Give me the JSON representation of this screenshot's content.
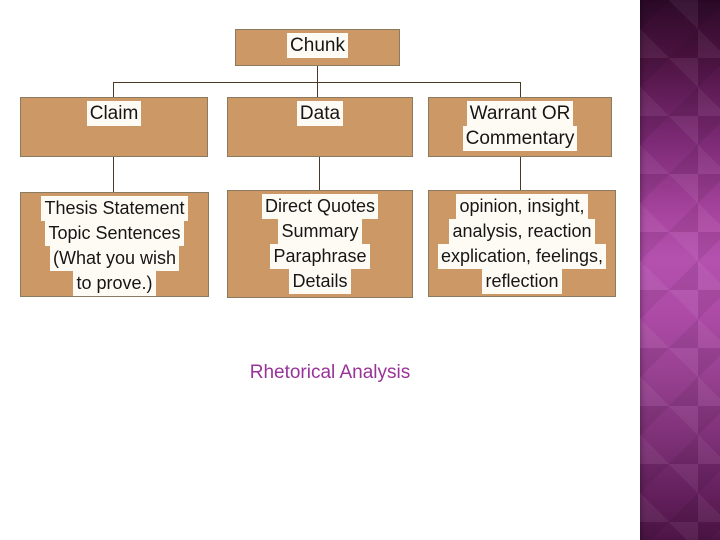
{
  "slide": {
    "caption": "Rhetorical Analysis",
    "caption_color": "#993399",
    "background_color": "#ffffff"
  },
  "diagram": {
    "type": "hierarchy-flowchart",
    "root": {
      "label": "Chunk"
    },
    "columns": [
      {
        "header": {
          "lines": [
            "Claim"
          ]
        },
        "detail": {
          "lines": [
            "Thesis Statement",
            "Topic Sentences",
            "(What you wish",
            "to prove.)"
          ]
        }
      },
      {
        "header": {
          "lines": [
            "Data"
          ]
        },
        "detail": {
          "lines": [
            "Direct Quotes",
            "Summary",
            "Paraphrase",
            "Details"
          ]
        }
      },
      {
        "header": {
          "lines": [
            "Warrant OR",
            "Commentary"
          ]
        },
        "detail": {
          "lines": [
            "opinion, insight,",
            "analysis, reaction",
            "explication, feelings,",
            "reflection"
          ]
        }
      }
    ],
    "colors": {
      "box_fill": "#cc9966",
      "box_border": "#8a7a5f",
      "connector": "#473b28",
      "text_highlight": "#fdfbf3",
      "text": "#161616"
    }
  },
  "sidebar": {
    "pattern": "diamond-harlequin",
    "gradient_top": "#2d0a29",
    "gradient_middle": "#b450ae",
    "gradient_bottom": "#4e1547"
  }
}
